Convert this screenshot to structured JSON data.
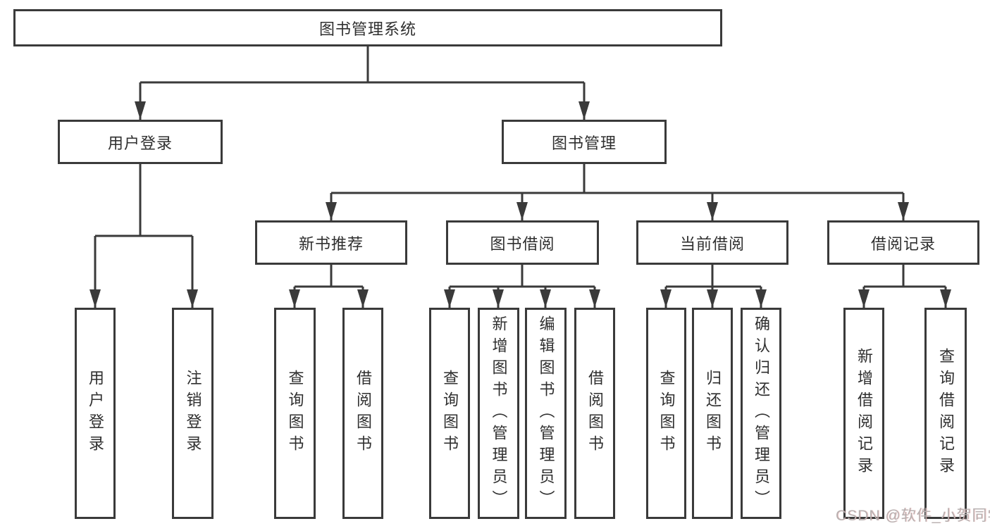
{
  "diagram": {
    "type": "hierarchy-tree",
    "title": "图书管理系统"
  },
  "tree": {
    "root": {
      "label": "图书管理系统",
      "children": [
        {
          "label": "用户登录",
          "children": [
            {
              "label": "用户登录"
            },
            {
              "label": "注销登录"
            }
          ]
        },
        {
          "label": "图书管理",
          "children": [
            {
              "label": "新书推荐",
              "children": [
                {
                  "label": "查询图书"
                },
                {
                  "label": "借阅图书"
                }
              ]
            },
            {
              "label": "图书借阅",
              "children": [
                {
                  "label": "查询图书"
                },
                {
                  "label": "新增图书（管理员）"
                },
                {
                  "label": "编辑图书（管理员）"
                },
                {
                  "label": "借阅图书"
                }
              ]
            },
            {
              "label": "当前借阅",
              "children": [
                {
                  "label": "查询图书"
                },
                {
                  "label": "归还图书"
                },
                {
                  "label": "确认归还（管理员）"
                }
              ]
            },
            {
              "label": "借阅记录",
              "children": [
                {
                  "label": "新增借阅记录"
                },
                {
                  "label": "查询借阅记录"
                }
              ]
            }
          ]
        }
      ]
    }
  },
  "watermark": {
    "text": "CSDN @软件_小贺同学"
  },
  "colors": {
    "line": "#3a3a3a",
    "box_border": "#3a3a3a",
    "text": "#2f2f2f",
    "background": "#ffffff",
    "watermark": "#b7b0b0"
  }
}
